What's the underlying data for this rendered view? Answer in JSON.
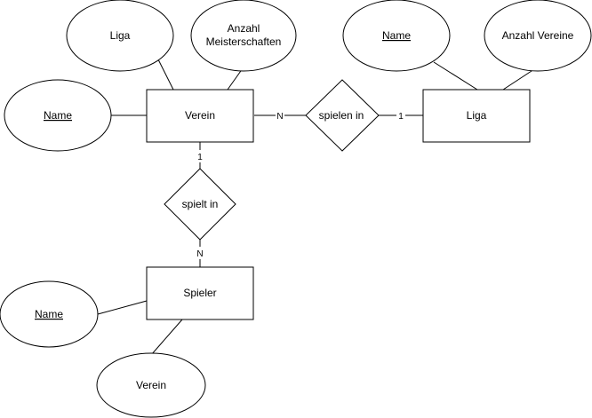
{
  "entities": {
    "verein": "Verein",
    "liga": "Liga",
    "spieler": "Spieler"
  },
  "relationships": {
    "spielen_in": "spielen in",
    "spielt_in": "spielt in"
  },
  "attributes": {
    "verein_liga": "Liga",
    "verein_meisterschaften_line1": "Anzahl",
    "verein_meisterschaften_line2": "Meisterschaften",
    "verein_name": "Name",
    "liga_name": "Name",
    "liga_anzahl_vereine": "Anzahl Vereine",
    "spieler_name": "Name",
    "spieler_verein": "Verein"
  },
  "cardinalities": {
    "verein_spielen_in": "N",
    "liga_spielen_in": "1",
    "verein_spielt_in": "1",
    "spieler_spielt_in": "N"
  }
}
